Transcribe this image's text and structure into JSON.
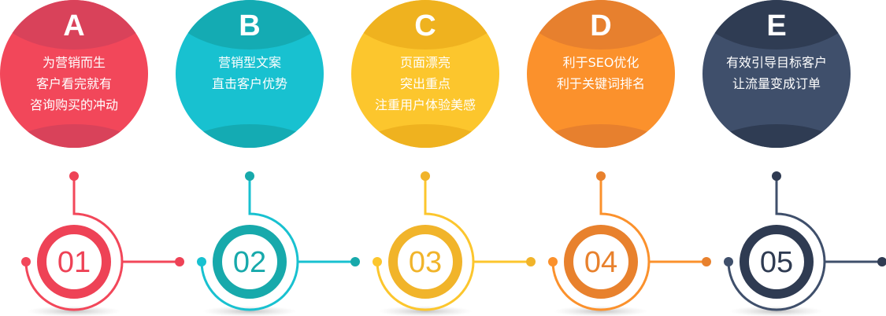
{
  "items": [
    {
      "letter": "A",
      "lines": [
        "为营销而生",
        "客户看完就有",
        "咨询购买的冲动"
      ],
      "number": "01",
      "color": "#f2475a",
      "cap": "#d9425a",
      "dark": "#ee4256"
    },
    {
      "letter": "B",
      "lines": [
        "营销型文案",
        "直击客户优势"
      ],
      "number": "02",
      "color": "#18c1d0",
      "cap": "#14abb3",
      "dark": "#17a9ab"
    },
    {
      "letter": "C",
      "lines": [
        "页面漂亮",
        "突出重点",
        "注重用户体验美感"
      ],
      "number": "03",
      "color": "#fcc62d",
      "cap": "#efb21f",
      "dark": "#f1b42a"
    },
    {
      "letter": "D",
      "lines": [
        "利于SEO优化",
        "利于关键词排名"
      ],
      "number": "04",
      "color": "#fb912c",
      "cap": "#e7802e",
      "dark": "#e8812d"
    },
    {
      "letter": "E",
      "lines": [
        "有效引导目标客户",
        "让流量变成订单"
      ],
      "number": "05",
      "color": "#3f4f6b",
      "cap": "#2f3c53",
      "dark": "#2f3b52"
    }
  ]
}
